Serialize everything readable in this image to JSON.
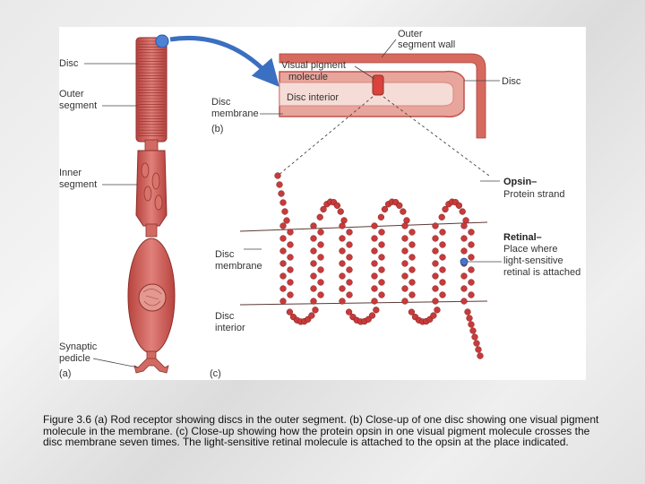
{
  "panel_a": {
    "labels": {
      "disc": "Disc",
      "outer_segment": [
        "Outer",
        "segment"
      ],
      "inner_segment": [
        "Inner",
        "segment"
      ],
      "synaptic_pedicle": [
        "Synaptic",
        "pedicle"
      ],
      "panel_letter": "(a)"
    }
  },
  "panel_b": {
    "labels": {
      "outer_segment_wall": [
        "Outer",
        "segment wall"
      ],
      "visual_pigment_molecule": [
        "Visual pigment",
        "molecule"
      ],
      "disc_interior": "Disc interior",
      "disc": "Disc",
      "disc_membrane": [
        "Disc",
        "membrane"
      ],
      "panel_letter": "(b)"
    }
  },
  "panel_c": {
    "labels": {
      "opsin_title": "Opsin–",
      "opsin_desc": "Protein strand",
      "retinal_title": "Retinal–",
      "retinal_desc": [
        "Place where",
        "light-sensitive",
        "retinal is attached"
      ],
      "disc_membrane": [
        "Disc",
        "membrane"
      ],
      "disc_interior": [
        "Disc",
        "interior"
      ],
      "panel_letter": "(c)"
    }
  },
  "colors": {
    "rod": "#c8504a",
    "rod_light": "#e79a90",
    "bead": "#c93a3a",
    "membrane": "#d76a5e",
    "arrow": "#3b6fc1",
    "retinal_marker": "#4a74c9"
  },
  "caption": "Figure 3.6 (a) Rod receptor showing discs in the outer segment. (b) Close-up of one disc showing one visual pigment molecule in the membrane. (c) Close-up showing how the protein opsin in one visual pigment molecule crosses the disc membrane seven times.  The light-sensitive retinal molecule is attached to the opsin at the place indicated."
}
